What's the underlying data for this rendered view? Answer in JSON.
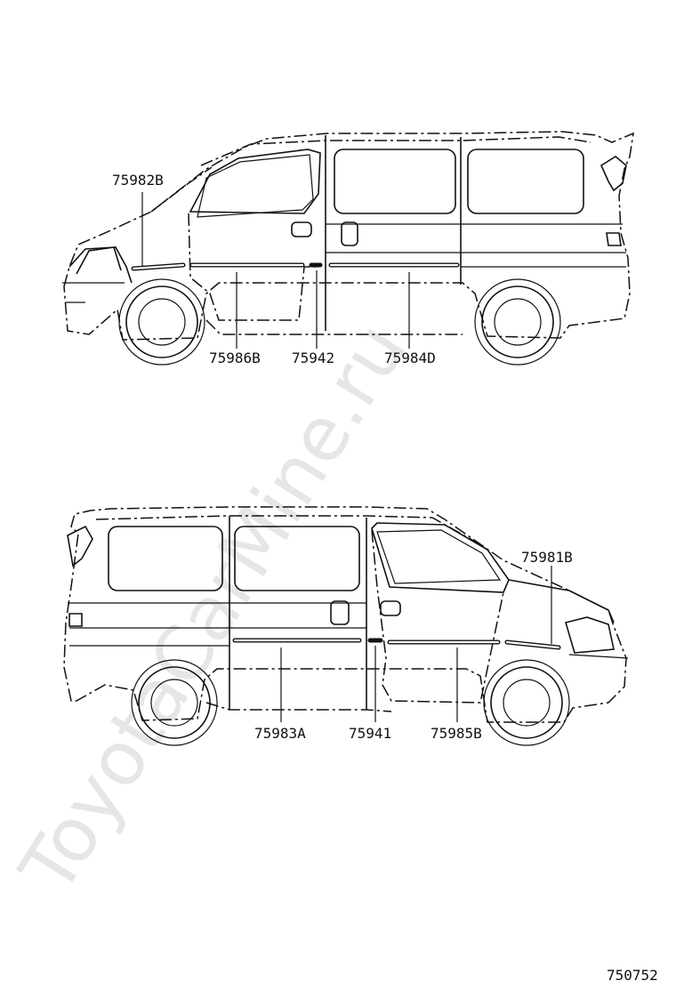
{
  "watermark": "ToyotaCarMine.ru",
  "figure_number": "750752",
  "top_view": {
    "callouts": [
      "75982B",
      "75986B",
      "75942",
      "75984D"
    ]
  },
  "bottom_view": {
    "callouts": [
      "75981B",
      "75983A",
      "75941",
      "75985B"
    ]
  }
}
